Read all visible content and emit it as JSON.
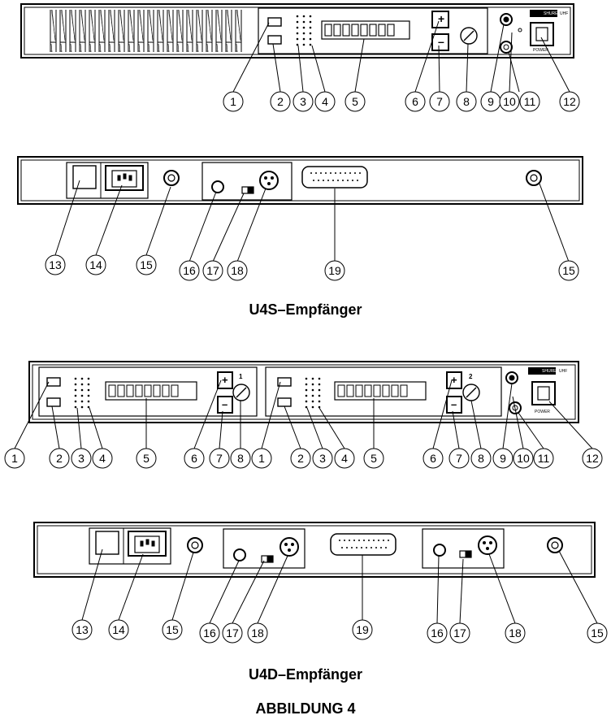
{
  "captions": {
    "u4s": "U4S–Empfänger",
    "u4d": "U4D–Empfänger",
    "figure": "ABBILDUNG 4"
  },
  "callouts": {
    "n1": "1",
    "n2": "2",
    "n3": "3",
    "n4": "4",
    "n5": "5",
    "n6": "6",
    "n7": "7",
    "n8": "8",
    "n9": "9",
    "n10": "10",
    "n11": "11",
    "n12": "12",
    "n13": "13",
    "n14": "14",
    "n15": "15",
    "n16": "16",
    "n17": "17",
    "n18": "18",
    "n19": "19"
  },
  "panel_text": {
    "plus": "+",
    "minus": "–",
    "brand": "SHURE",
    "uhf": "UHF",
    "power": "POWER",
    "ch_a": "1",
    "ch_b": "2"
  }
}
